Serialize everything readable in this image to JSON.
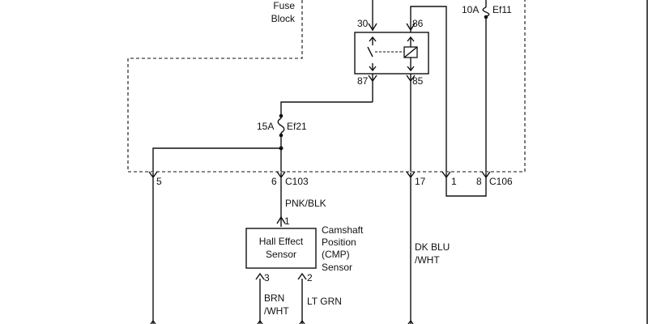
{
  "fuse_block": {
    "line1": "Fuse",
    "line2": "Block"
  },
  "relay": {
    "pin30": "30",
    "pin86": "86",
    "pin87": "87",
    "pin85": "85"
  },
  "fuse_ef11": {
    "rating": "10A",
    "name": "Ef11"
  },
  "fuse_ef21": {
    "rating": "15A",
    "name": "Ef21"
  },
  "connector_c103": {
    "pin5": "5",
    "pin6": "6",
    "name": "C103",
    "pin17": "17"
  },
  "connector_c106": {
    "pin1": "1",
    "pin8": "8",
    "name": "C106"
  },
  "wires": {
    "pnk_blk": "PNK/BLK",
    "dk_blu_line1": "DK BLU",
    "dk_blu_line2": "/WHT",
    "brn_line1": "BRN",
    "brn_line2": "/WHT",
    "lt_grn": "LT GRN"
  },
  "sensor": {
    "box_line1": "Hall Effect",
    "box_line2": "Sensor",
    "label_line1": "Camshaft",
    "label_line2": "Position",
    "label_line3": "(CMP)",
    "label_line4": "Sensor",
    "pin1": "1",
    "pin3": "3",
    "pin2": "2"
  }
}
